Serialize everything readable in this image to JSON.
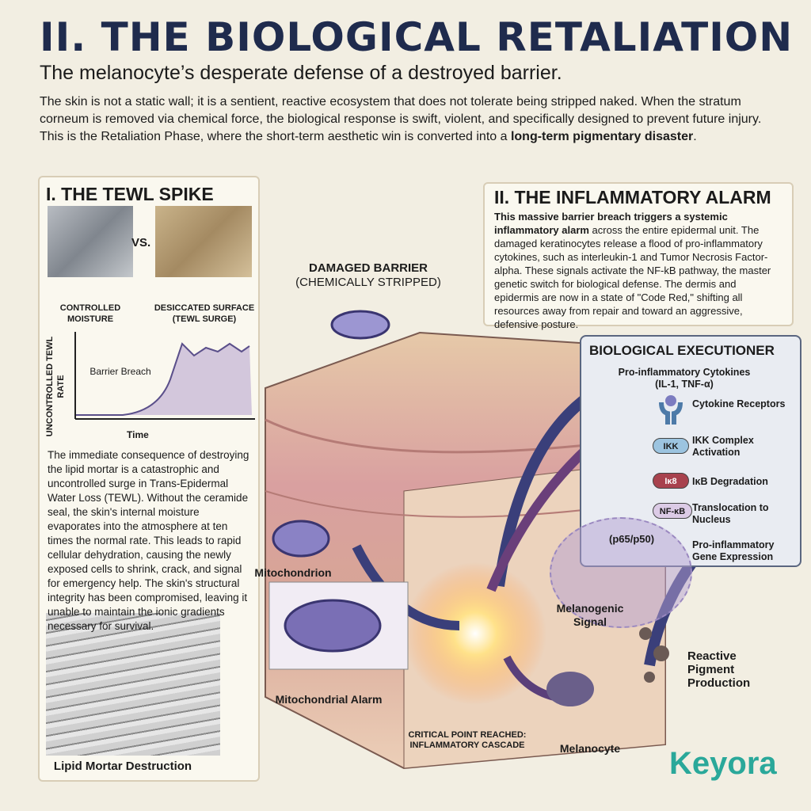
{
  "header": {
    "title": "II. THE BIOLOGICAL RETALIATION",
    "subtitle": "The melanocyte’s desperate defense of a destroyed barrier.",
    "intro": "The skin is not a static wall; it is a sentient, reactive ecosystem that does not tolerate being stripped naked. When the stratum corneum is removed via chemical force, the biological response is swift, violent, and specifically designed to prevent future injury. This is the Retaliation Phase, where the short-term aesthetic win is converted into a ",
    "intro_bold": "long-term pigmentary disaster",
    "intro_end": "."
  },
  "left_panel": {
    "title": "I. THE TEWL SPIKE",
    "vs": "VS.",
    "img1_label": "CONTROLLED MOISTURE",
    "img2_label": "DESICCATED SURFACE (TEWL SURGE)",
    "chart": {
      "ylabel": "UNCONTROLLED TEWL RATE",
      "xlabel": "Time",
      "annotation": "Barrier Breach"
    },
    "body": "The immediate consequence of destroying the lipid mortar is a catastrophic and uncontrolled surge in Trans-Epidermal Water Loss (TEWL). Without the ceramide seal, the skin's internal moisture evaporates into the atmosphere at ten times the normal rate. This leads to rapid cellular dehydration, causing the newly exposed cells to shrink, crack, and signal for emergency help. The skin's structural integrity has been compromised, leaving it unable to maintain the ionic gradients necessary for survival.",
    "lipid_label": "Lipid Mortar Destruction"
  },
  "center": {
    "damaged_barrier": "DAMAGED BARRIER",
    "chemically_stripped": "(CHEMICALLY STRIPPED)",
    "mitochondrion": "Mitochondrion",
    "mito_alarm": "Mitochondrial Alarm",
    "critical": "CRITICAL POINT REACHED: INFLAMMATORY CASCADE",
    "melanogenic": "Melanogenic Signal",
    "melanocyte": "Melanocyte",
    "reactive": "Reactive Pigment Production"
  },
  "right_panel": {
    "title": "II. THE INFLAMMATORY ALARM",
    "bold": "This massive barrier breach triggers a systemic inflammatory alarm",
    "body": " across the entire epidermal unit. The damaged keratinocytes release a flood of pro-inflammatory cytokines, such as interleukin-1 and Tumor Necrosis Factor-alpha. These signals activate the NF-kB pathway, the master genetic switch for biological defense. The dermis and epidermis are now in a state of \"Code Red,\" shifting all resources away from repair and toward an aggressive, defensive posture."
  },
  "executioner": {
    "title": "BIOLOGICAL EXECUTIONER",
    "cytokines": "Pro-inflammatory Cytokines (IL-1, TNF-α)",
    "steps": [
      {
        "pill": "",
        "label": "Cytokine Receptors"
      },
      {
        "pill": "IKK",
        "label": "IKK Complex Activation"
      },
      {
        "pill": "Iκ8",
        "label": "IκB Degradation"
      },
      {
        "pill": "NF-κB",
        "label": "Translocation to Nucleus"
      },
      {
        "pill": "(p65/p50)",
        "label": "Pro-inflammatory Gene Expression"
      }
    ]
  },
  "brand": {
    "logo": "Keyora",
    "color": "#2aa89a"
  },
  "colors": {
    "title": "#1f2b4d",
    "arrow": "#3a3f7a",
    "skin": "#e3b9a8"
  }
}
